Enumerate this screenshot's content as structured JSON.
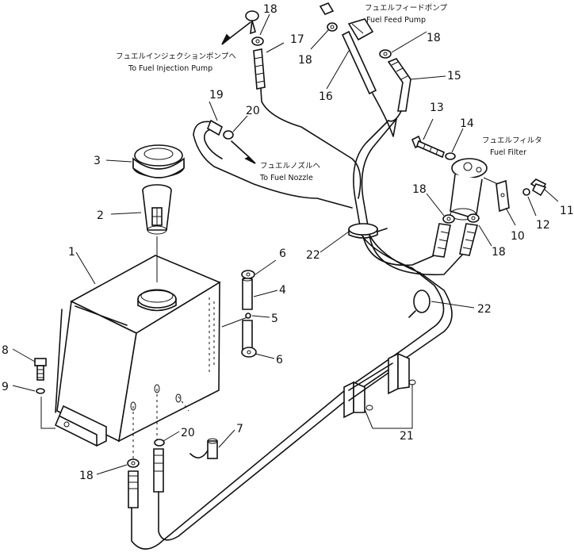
{
  "labels": {
    "fuel_injection_pump_jp": "フュエルインジェクションポンプヘ",
    "fuel_injection_pump_en": "To Fuel Injection Pump",
    "fuel_feed_pump_jp": "フュエルフィードポンプ",
    "fuel_feed_pump_en": "Fuel Feed Pump",
    "fuel_nozzle_jp": "フュエルノズルヘ",
    "fuel_nozzle_en": "To Fuel Nozzle",
    "fuel_filter_jp": "フュエルフィルタ",
    "fuel_filter_en": "Fuel Filter"
  },
  "callouts": {
    "c1": "1",
    "c2": "2",
    "c3": "3",
    "c4": "4",
    "c5": "5",
    "c6a": "6",
    "c6b": "6",
    "c7": "7",
    "c8": "8",
    "c9": "9",
    "c10": "10",
    "c11": "11",
    "c12": "12",
    "c13": "13",
    "c14": "14",
    "c15": "15",
    "c16": "16",
    "c17": "17",
    "c18a": "18",
    "c18b": "18",
    "c18c": "18",
    "c18d": "18",
    "c18e": "18",
    "c18f": "18",
    "c19": "19",
    "c20a": "20",
    "c20b": "20",
    "c21": "21",
    "c22a": "22",
    "c22b": "22"
  }
}
